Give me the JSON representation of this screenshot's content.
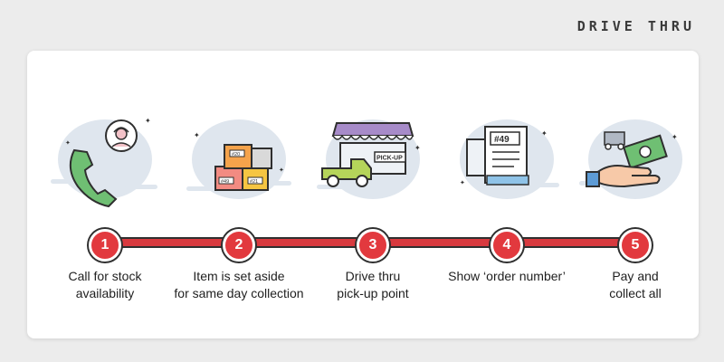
{
  "heading": "DRIVE THRU",
  "colors": {
    "accent": "#e2393e",
    "track": "#d83a3f",
    "outline": "#2f2f2f",
    "icon_backdrop": "#dfe6ee",
    "truck": "#b5d45a",
    "cash": "#6fbf73"
  },
  "steps": [
    {
      "number": "1",
      "icon": "phone-support-icon",
      "lines": [
        "Call for stock",
        "availability"
      ]
    },
    {
      "number": "2",
      "icon": "boxes-icon",
      "labels": [
        "#20",
        "#49",
        "#21"
      ],
      "lines": [
        "Item is set aside",
        "for same day collection"
      ]
    },
    {
      "number": "3",
      "icon": "pickup-store-truck-icon",
      "label": "PICK-UP",
      "lines": [
        "Drive thru",
        "pick-up point"
      ]
    },
    {
      "number": "4",
      "icon": "order-receipt-icon",
      "label": "#49",
      "lines": [
        "Show ‘order number’"
      ]
    },
    {
      "number": "5",
      "icon": "cash-payment-icon",
      "lines": [
        "Pay and",
        "collect all"
      ]
    }
  ]
}
